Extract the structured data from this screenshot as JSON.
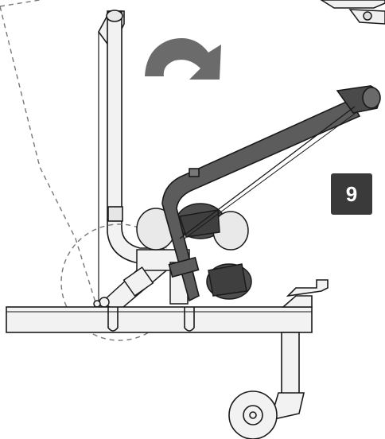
{
  "step": {
    "number": "9"
  },
  "illustration": {
    "subject": "bike-carrier-on-trailer-drawbar",
    "arrow_direction": "clockwise",
    "colors": {
      "outline": "#1a1a1a",
      "light_part": "#f2f2f2",
      "dark_part": "#5c5c5c",
      "arrow": "#6b6b6b",
      "badge": "#3a3a3a"
    }
  }
}
